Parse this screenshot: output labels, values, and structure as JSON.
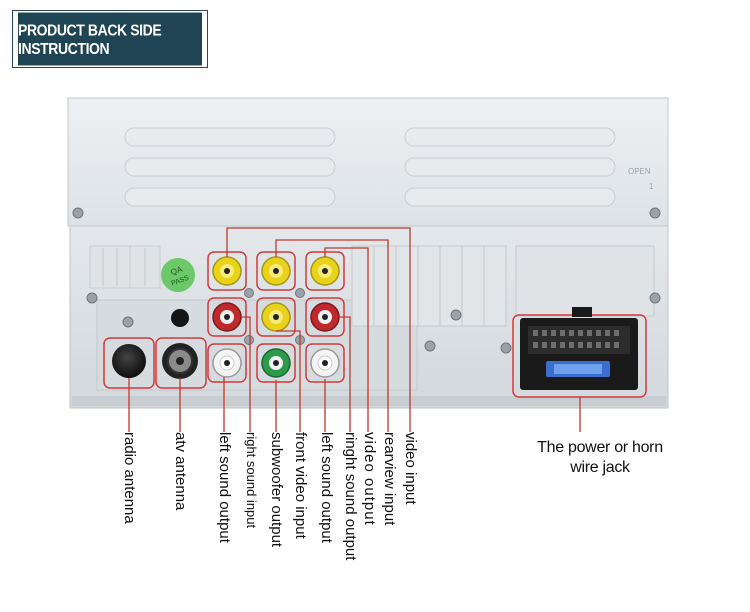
{
  "title": "PRODUCT BACK SIDE INSTRUCTION",
  "badge": {
    "line1": "QA",
    "line2": "PASS"
  },
  "panel_marks": {
    "open": "OPEN",
    "number": "1"
  },
  "labels": {
    "radio_antenna": "radio antenna",
    "atv_antenna": "atv antenna",
    "left_sound_output_1": "left sound output",
    "right_sound_input": "right sound input",
    "subwoofer_output": "subwoofer output",
    "front_video_input": "front video input",
    "left_sound_output_2": "left sound output",
    "right_sound_output": "ringht sound output",
    "video_output": "video output",
    "rearview_input": "rearview input",
    "video_input": "video input"
  },
  "jack_label": {
    "line1": "The power or horn",
    "line2": "wire jack"
  },
  "colors": {
    "title_bg": "#1f4454",
    "leader_line": "#c0392b",
    "rca_yellow": "#e8d21a",
    "rca_red": "#c0282b",
    "rca_white": "#f4f4f4",
    "rca_green": "#2e9a4a",
    "badge_green": "#6dc86a"
  }
}
